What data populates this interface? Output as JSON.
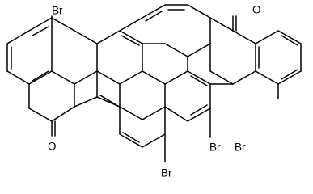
{
  "molecule": {
    "atom_labels": [
      {
        "id": "br-top-left",
        "text": "Br"
      },
      {
        "id": "o-top-right",
        "text": "O"
      },
      {
        "id": "o-bottom-left",
        "text": "O"
      },
      {
        "id": "br-bottom-mid-right",
        "text": "Br"
      },
      {
        "id": "br-bottom-right",
        "text": "Br"
      },
      {
        "id": "br-bottom-center",
        "text": "Br"
      }
    ],
    "colors": {
      "bond": "#000000",
      "label": "#000000",
      "background": "#ffffff"
    }
  }
}
